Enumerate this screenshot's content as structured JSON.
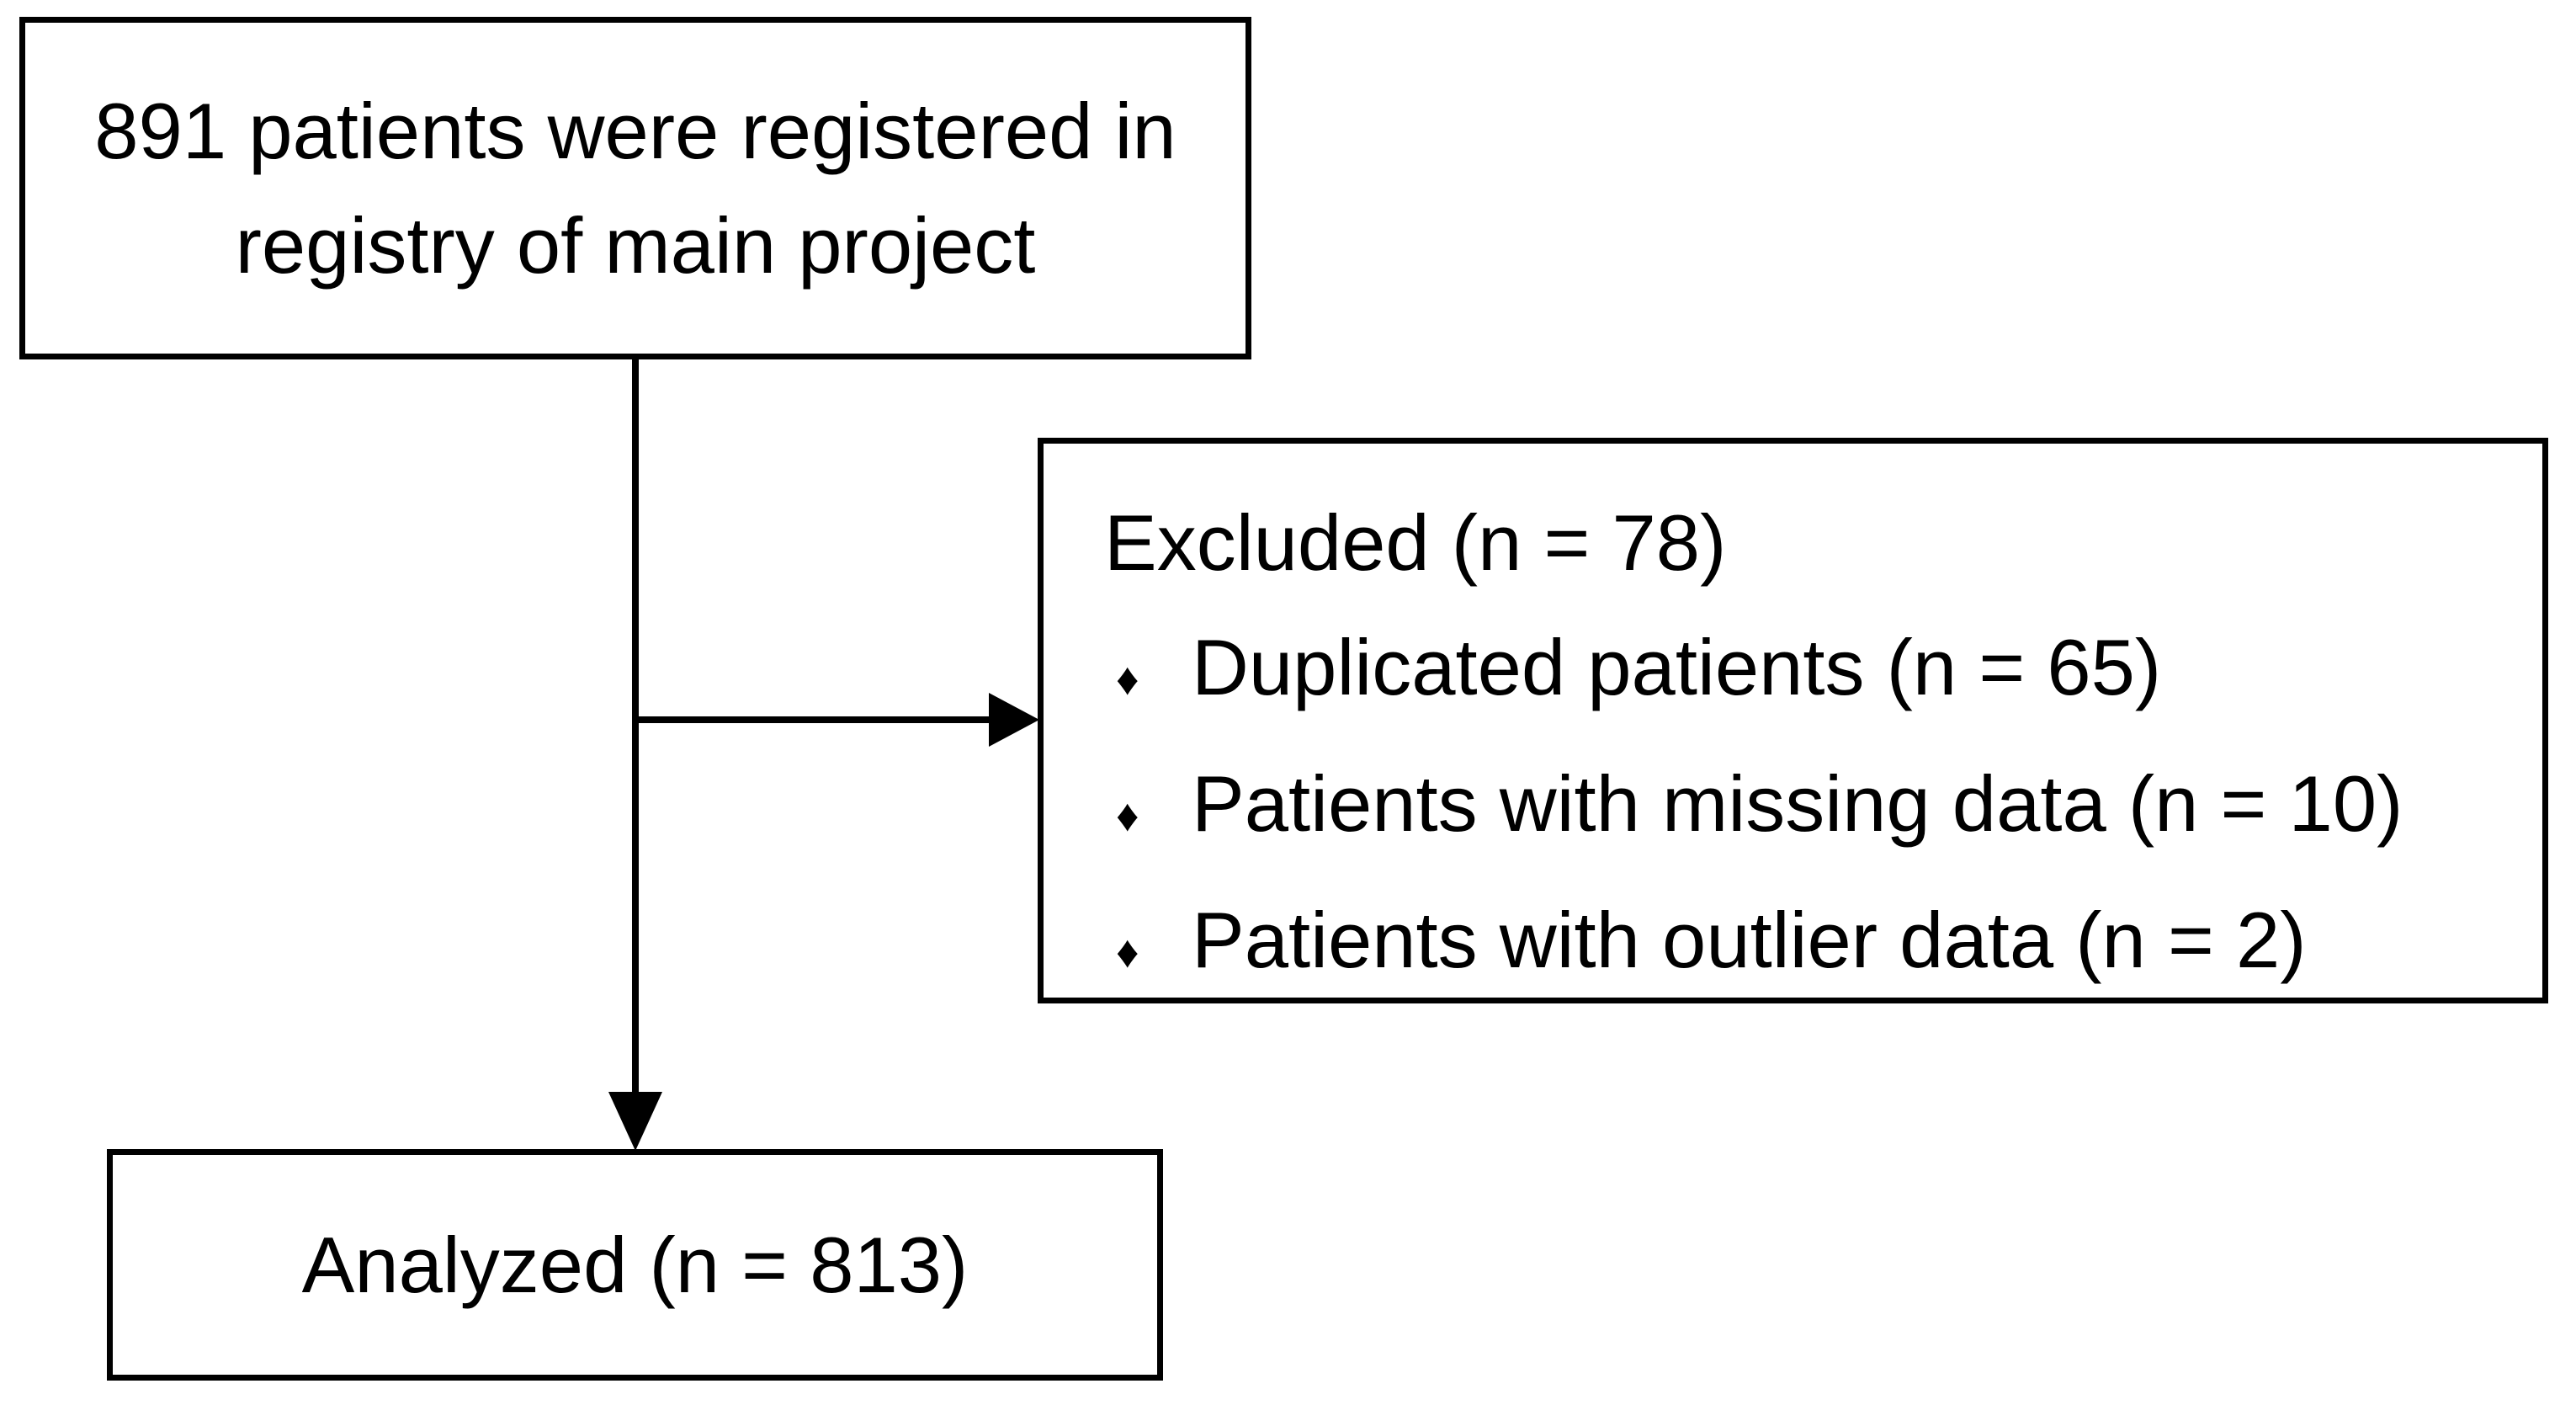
{
  "diagram": {
    "background_color": "#ffffff",
    "line_color": "#000000",
    "boxes": {
      "registered": {
        "line1": "891 patients were registered in",
        "line2": "registry of main project"
      },
      "excluded": {
        "title": "Excluded (n = 78)",
        "items": [
          {
            "bullet": "♦",
            "label": "Duplicated patients (n = 65)"
          },
          {
            "bullet": "♦",
            "label": "Patients with missing data (n = 10)"
          },
          {
            "bullet": "♦",
            "label": "Patients with outlier data (n = 2)"
          }
        ]
      },
      "analyzed": {
        "text": "Analyzed (n = 813)"
      }
    }
  }
}
